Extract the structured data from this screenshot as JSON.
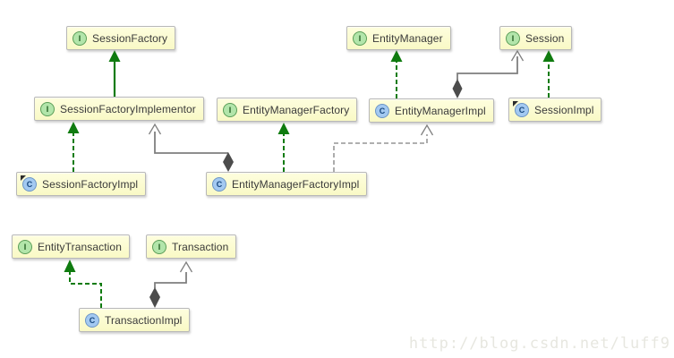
{
  "diagram": {
    "type": "uml-class-diagram",
    "nodes": {
      "sessionFactory": {
        "label": "SessionFactory",
        "icon": "I",
        "kind": "interface"
      },
      "entityManager": {
        "label": "EntityManager",
        "icon": "I",
        "kind": "interface"
      },
      "session": {
        "label": "Session",
        "icon": "I",
        "kind": "interface"
      },
      "sessionFactoryImplementor": {
        "label": "SessionFactoryImplementor",
        "icon": "I",
        "kind": "interface"
      },
      "entityManagerFactory": {
        "label": "EntityManagerFactory",
        "icon": "I",
        "kind": "interface"
      },
      "entityManagerImpl": {
        "label": "EntityManagerImpl",
        "icon": "C",
        "kind": "class"
      },
      "sessionImpl": {
        "label": "SessionImpl",
        "icon": "C",
        "kind": "class-marked"
      },
      "sessionFactoryImpl": {
        "label": "SessionFactoryImpl",
        "icon": "C",
        "kind": "class-marked"
      },
      "entityManagerFactoryImpl": {
        "label": "EntityManagerFactoryImpl",
        "icon": "C",
        "kind": "class"
      },
      "entityTransaction": {
        "label": "EntityTransaction",
        "icon": "I",
        "kind": "interface"
      },
      "transaction": {
        "label": "Transaction",
        "icon": "I",
        "kind": "interface"
      },
      "transactionImpl": {
        "label": "TransactionImpl",
        "icon": "C",
        "kind": "class"
      }
    },
    "edges": [
      {
        "from": "SessionFactoryImplementor",
        "to": "SessionFactory",
        "relation": "extends",
        "style": "solid-green-filled-arrow"
      },
      {
        "from": "SessionFactoryImpl",
        "to": "SessionFactoryImplementor",
        "relation": "implements",
        "style": "dashed-green-filled-arrow"
      },
      {
        "from": "EntityManagerFactoryImpl",
        "to": "EntityManagerFactory",
        "relation": "implements",
        "style": "dashed-green-filled-arrow"
      },
      {
        "from": "EntityManagerImpl",
        "to": "EntityManager",
        "relation": "implements",
        "style": "dashed-green-filled-arrow"
      },
      {
        "from": "SessionImpl",
        "to": "Session",
        "relation": "implements",
        "style": "dashed-green-filled-arrow"
      },
      {
        "from": "TransactionImpl",
        "to": "EntityTransaction",
        "relation": "implements",
        "style": "dashed-green-filled-arrow"
      },
      {
        "from": "EntityManagerFactoryImpl",
        "to": "SessionFactoryImplementor",
        "relation": "aggregation",
        "style": "solid-gray-diamond-open-arrow"
      },
      {
        "from": "EntityManagerImpl",
        "to": "Session",
        "relation": "aggregation",
        "style": "solid-gray-diamond-open-arrow"
      },
      {
        "from": "EntityManagerFactoryImpl",
        "to": "EntityManagerImpl",
        "relation": "dependency",
        "style": "dashed-gray-open-arrow"
      },
      {
        "from": "TransactionImpl",
        "to": "Transaction",
        "relation": "aggregation",
        "style": "solid-gray-diamond-open-arrow"
      }
    ],
    "colors": {
      "green": "#0F7B0F",
      "gray": "#7F7F7F",
      "dark": "#4C4C4C",
      "boxFill1": "#FEFEDE",
      "boxFill2": "#F9F9C6",
      "boxBorder": "#B8B8B8",
      "ifaceFill": "#B2E5AA",
      "ifaceBorder": "#5B9E58",
      "ifaceText": "#1F5B1F",
      "classFill": "#A3C9F1",
      "classBorder": "#6C95C6",
      "classText": "#17477E",
      "text": "#3A3A3A",
      "watermark": "#E7E7E0"
    },
    "watermark": "http://blog.csdn.net/luff9"
  }
}
